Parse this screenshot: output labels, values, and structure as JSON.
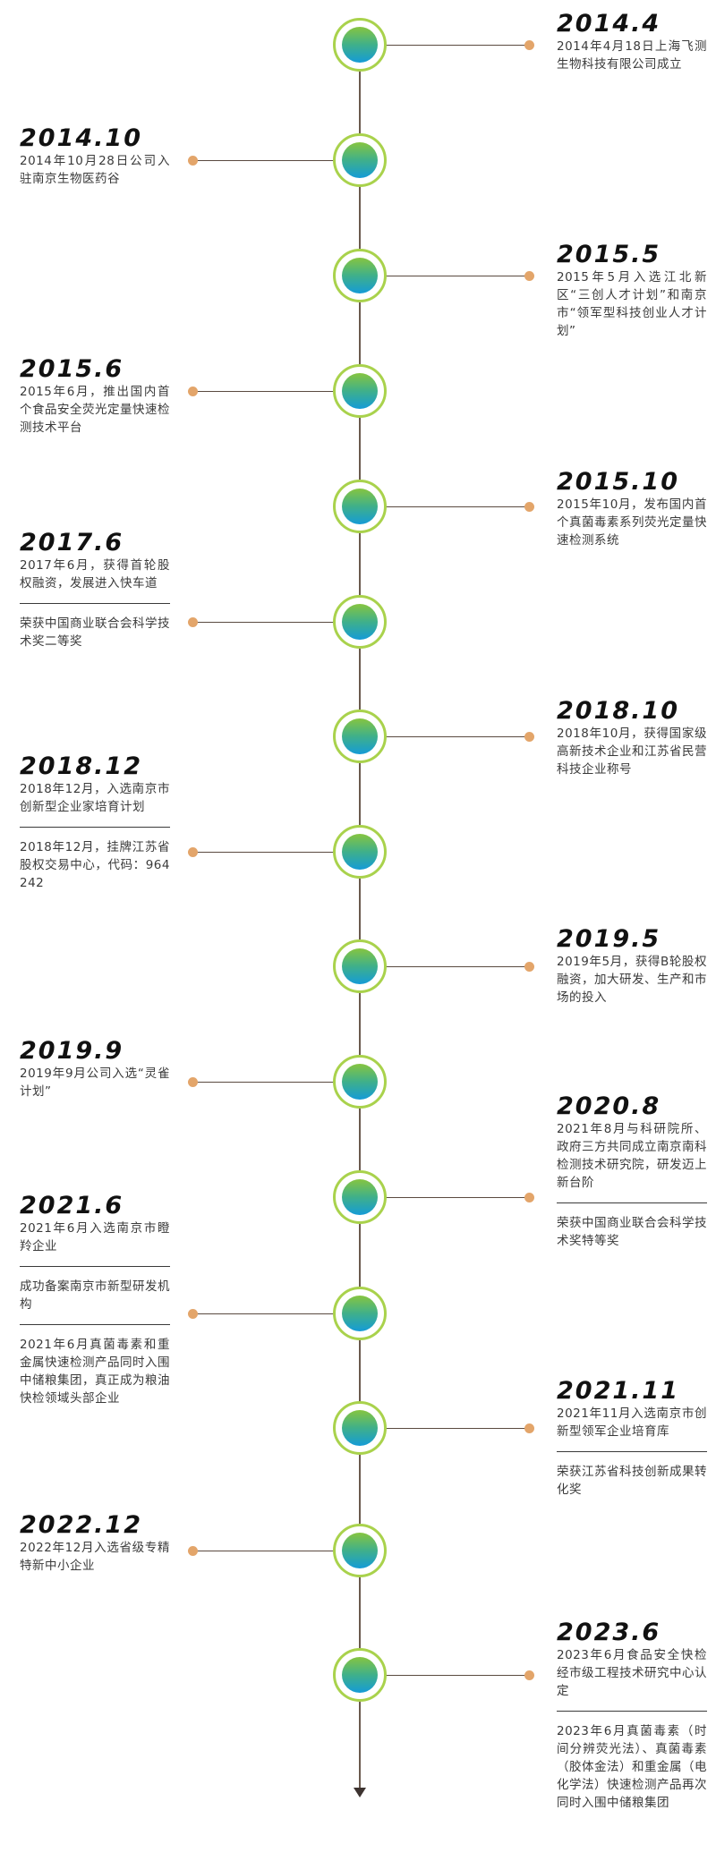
{
  "milestones": [
    {
      "year": "2014.4",
      "side": "right",
      "items": [
        "2014年4月18日上海飞测生物科技有限公司成立"
      ]
    },
    {
      "year": "2014.10",
      "side": "left",
      "items": [
        "2014年10月28日公司入驻南京生物医药谷"
      ]
    },
    {
      "year": "2015.5",
      "side": "right",
      "items": [
        "2015年5月入选江北新区“三创人才计划”和南京市“领军型科技创业人才计划”"
      ]
    },
    {
      "year": "2015.6",
      "side": "left",
      "items": [
        "2015年6月，推出国内首个食品安全荧光定量快速检测技术平台"
      ]
    },
    {
      "year": "2015.10",
      "side": "right",
      "items": [
        "2015年10月，发布国内首个真菌毒素系列荧光定量快速检测系统"
      ]
    },
    {
      "year": "2017.6",
      "side": "left",
      "items": [
        "2017年6月，获得首轮股权融资，发展进入快车道",
        "荣获中国商业联合会科学技术奖二等奖"
      ]
    },
    {
      "year": "2018.10",
      "side": "right",
      "items": [
        "2018年10月，获得国家级高新技术企业和江苏省民营科技企业称号"
      ]
    },
    {
      "year": "2018.12",
      "side": "left",
      "items": [
        "2018年12月，入选南京市创新型企业家培育计划",
        "2018年12月，挂牌江苏省股权交易中心，代码：964242"
      ]
    },
    {
      "year": "2019.5",
      "side": "right",
      "items": [
        "2019年5月，获得B轮股权融资，加大研发、生产和市场的投入"
      ]
    },
    {
      "year": "2019.9",
      "side": "left",
      "items": [
        "2019年9月公司入选“灵雀计划”"
      ]
    },
    {
      "year": "2020.8",
      "side": "right",
      "items": [
        "2021年8月与科研院所、政府三方共同成立南京南科检测技术研究院，研发迈上新台阶",
        "荣获中国商业联合会科学技术奖特等奖"
      ]
    },
    {
      "year": "2021.6",
      "side": "left",
      "items": [
        "2021年6月入选南京市瞪羚企业",
        "成功备案南京市新型研发机构",
        "2021年6月真菌毒素和重金属快速检测产品同时入围中储粮集团，真正成为粮油快检领域头部企业"
      ]
    },
    {
      "year": "2021.11",
      "side": "right",
      "items": [
        "2021年11月入选南京市创新型领军企业培育库",
        "荣获江苏省科技创新成果转化奖"
      ]
    },
    {
      "year": "2022.12",
      "side": "left",
      "items": [
        "2022年12月入选省级专精特新中小企业"
      ]
    },
    {
      "year": "2023.6",
      "side": "right",
      "items": [
        "2023年6月食品安全快检经市级工程技术研究中心认定",
        "2023年6月真菌毒素（时间分辨荧光法）、真菌毒素（胶体金法）和重金属（电化学法）快速检测产品再次同时入围中储粮集团"
      ]
    }
  ]
}
